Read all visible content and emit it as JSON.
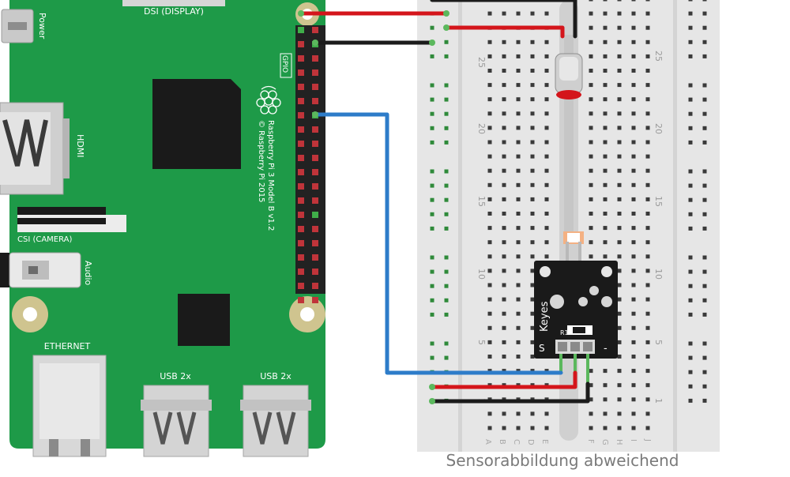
{
  "board": {
    "power_label": "Power",
    "dsi_label": "DSI (DISPLAY)",
    "gpio_label": "GPIO",
    "hdmi_label": "HDMI",
    "csi_label": "CSI (CAMERA)",
    "audio_label": "Audio",
    "ethernet_label": "ETHERNET",
    "usb_left_label": "USB 2x",
    "usb_right_label": "USB 2x",
    "model_line1": "Raspberry Pi 3 Model B v1.2",
    "model_line2": "© Raspberry Pi 2015"
  },
  "breadboard": {
    "row_numbers": [
      "25",
      "20",
      "15",
      "10",
      "5",
      "1"
    ],
    "column_letters": [
      "A",
      "B",
      "C",
      "D",
      "E",
      "F",
      "G",
      "H",
      "I",
      "J"
    ]
  },
  "module": {
    "brand": "Keyes",
    "pin_signal": "S",
    "pin_minus": "-",
    "smd_label": "R1"
  },
  "caption": "Sensorabbildung abweichend",
  "colors": {
    "pcb": "#1e9a48",
    "breadboard": "#e6e6e6",
    "wire_red": "#d4151b",
    "wire_black": "#1b1b1b",
    "wire_blue": "#2d7cc9",
    "module": "#1a1a1a"
  }
}
